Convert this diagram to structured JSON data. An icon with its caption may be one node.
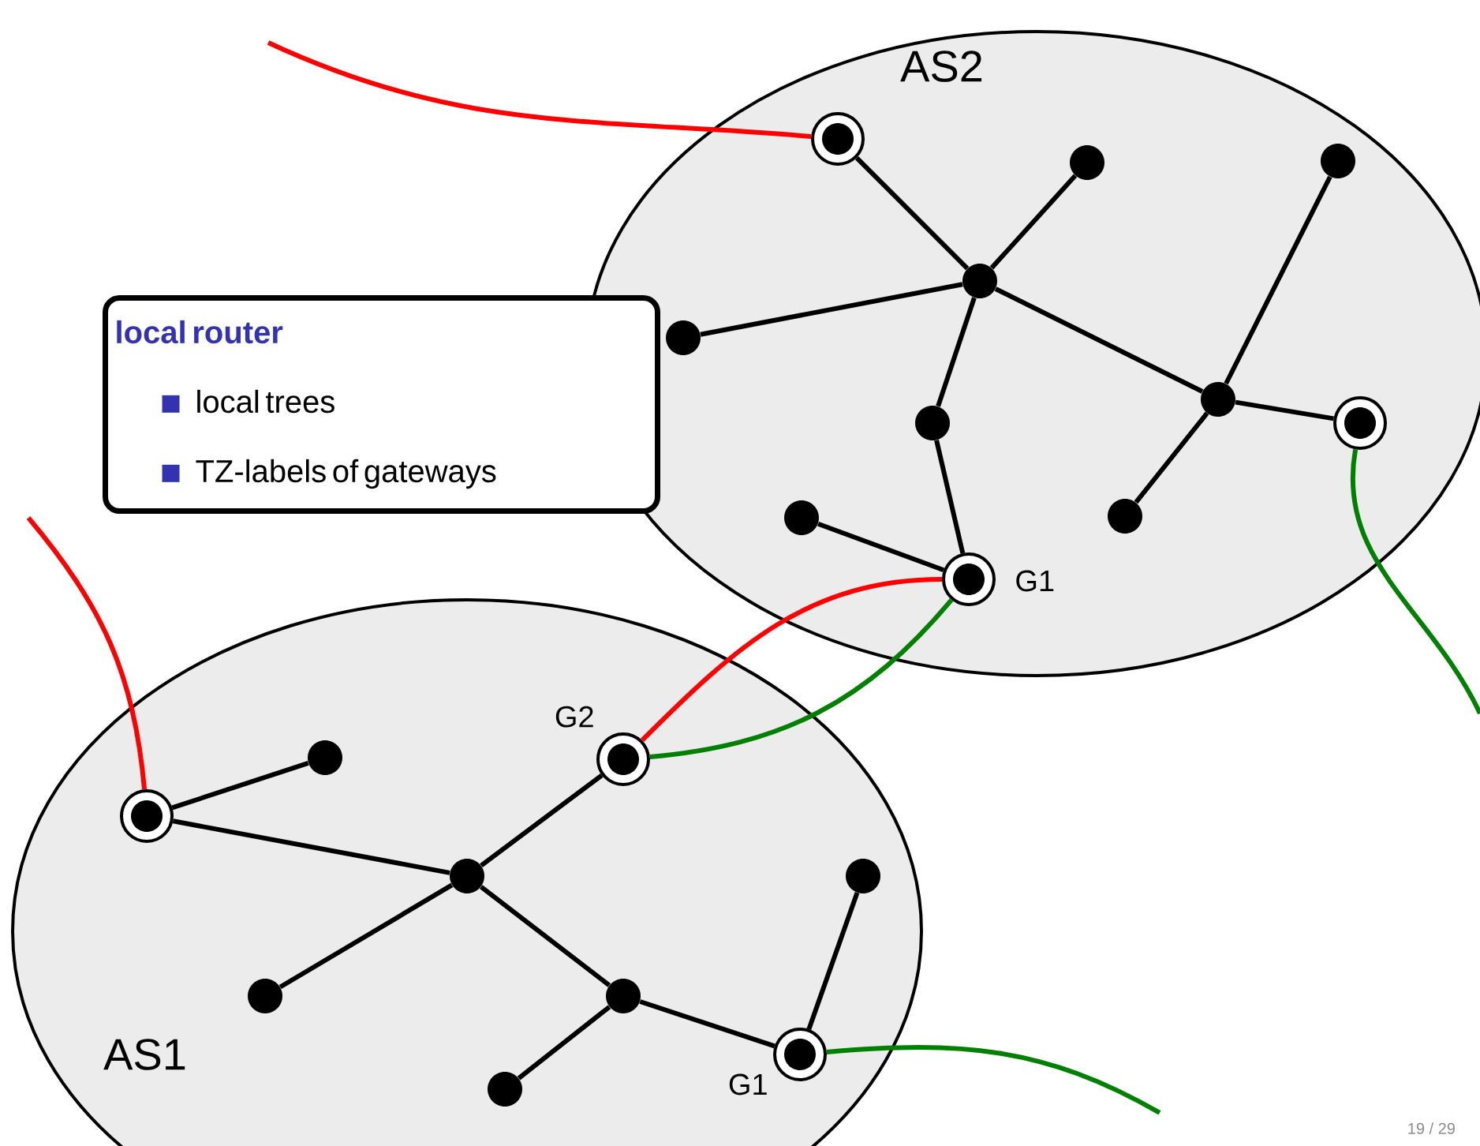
{
  "diagram": {
    "nodes": [
      {
        "text": [
          "AS2"
        ]
      },
      {
        "text": [
          "AS1"
        ]
      },
      {
        "text": [
          "local router",
          "local trees",
          "TZ-labels of gateways"
        ]
      },
      {
        "text": [],
        "shape": "circle",
        "in": 0
      },
      {
        "text": [],
        "shape": "circle",
        "in": 0
      },
      {
        "text": [],
        "shape": "circle",
        "in": 0
      },
      {
        "text": [],
        "shape": "circle",
        "in": 0
      },
      {
        "text": [],
        "shape": "circle",
        "in": 0
      },
      {
        "text": [],
        "shape": "circle",
        "in": 0
      },
      {
        "text": [],
        "shape": "circle",
        "in": 0
      },
      {
        "text": [],
        "shape": "circle",
        "in": 0
      },
      {
        "text": [],
        "shape": "circle",
        "in": 0
      },
      {
        "text": [],
        "shape": "circle",
        "in": 0
      },
      {
        "text": [],
        "shape": "circle",
        "in": 0,
        "beside": [
          "G1"
        ]
      },
      {
        "text": [],
        "shape": "circle",
        "in": 1
      },
      {
        "text": [],
        "shape": "circle",
        "in": 1
      },
      {
        "text": [],
        "shape": "circle",
        "in": 1,
        "beside": [
          "G2"
        ]
      },
      {
        "text": [],
        "shape": "circle",
        "in": 1
      },
      {
        "text": [],
        "shape": "circle",
        "in": 1
      },
      {
        "text": [],
        "shape": "circle",
        "in": 1
      },
      {
        "text": [],
        "shape": "circle",
        "in": 1
      },
      {
        "text": [],
        "shape": "circle",
        "in": 1,
        "beside": [
          "G1"
        ]
      },
      {
        "text": [],
        "shape": "circle",
        "in": 1
      }
    ],
    "edges": [
      {
        "from": 3,
        "to": 6,
        "arrow": "none"
      },
      {
        "from": 4,
        "to": 6,
        "arrow": "none"
      },
      {
        "from": 6,
        "to": 7,
        "arrow": "none"
      },
      {
        "from": 6,
        "to": 10,
        "arrow": "none"
      },
      {
        "from": 6,
        "to": 8,
        "arrow": "none"
      },
      {
        "from": 5,
        "to": 8,
        "arrow": "none"
      },
      {
        "from": 8,
        "to": 9,
        "arrow": "none"
      },
      {
        "from": 8,
        "to": 11,
        "arrow": "none"
      },
      {
        "from": 10,
        "to": 13,
        "arrow": "none"
      },
      {
        "from": 12,
        "to": 13,
        "arrow": "none"
      },
      {
        "from": 14,
        "to": 15,
        "arrow": "none"
      },
      {
        "from": 14,
        "to": 17,
        "arrow": "none"
      },
      {
        "from": 16,
        "to": 17,
        "arrow": "none"
      },
      {
        "from": 17,
        "to": 19,
        "arrow": "none"
      },
      {
        "from": 17,
        "to": 20,
        "arrow": "none"
      },
      {
        "from": 20,
        "to": 21,
        "arrow": "none"
      },
      {
        "from": 21,
        "to": 18,
        "arrow": "none"
      },
      {
        "from": 20,
        "to": 22,
        "arrow": "none"
      },
      {
        "from": null,
        "to": 3,
        "arrow": "none",
        "color": "#ff0000"
      },
      {
        "from": null,
        "to": 14,
        "arrow": "none",
        "color": "#ff0000"
      },
      {
        "from": 13,
        "to": 16,
        "arrow": "none",
        "color": "#ff0000"
      },
      {
        "from": 13,
        "to": 16,
        "arrow": "none",
        "color": "#008000"
      },
      {
        "from": 9,
        "to": null,
        "arrow": "none",
        "color": "#008000"
      },
      {
        "from": 21,
        "to": null,
        "arrow": "none",
        "color": "#008000"
      }
    ],
    "labels": [
      "19 / 29"
    ]
  }
}
